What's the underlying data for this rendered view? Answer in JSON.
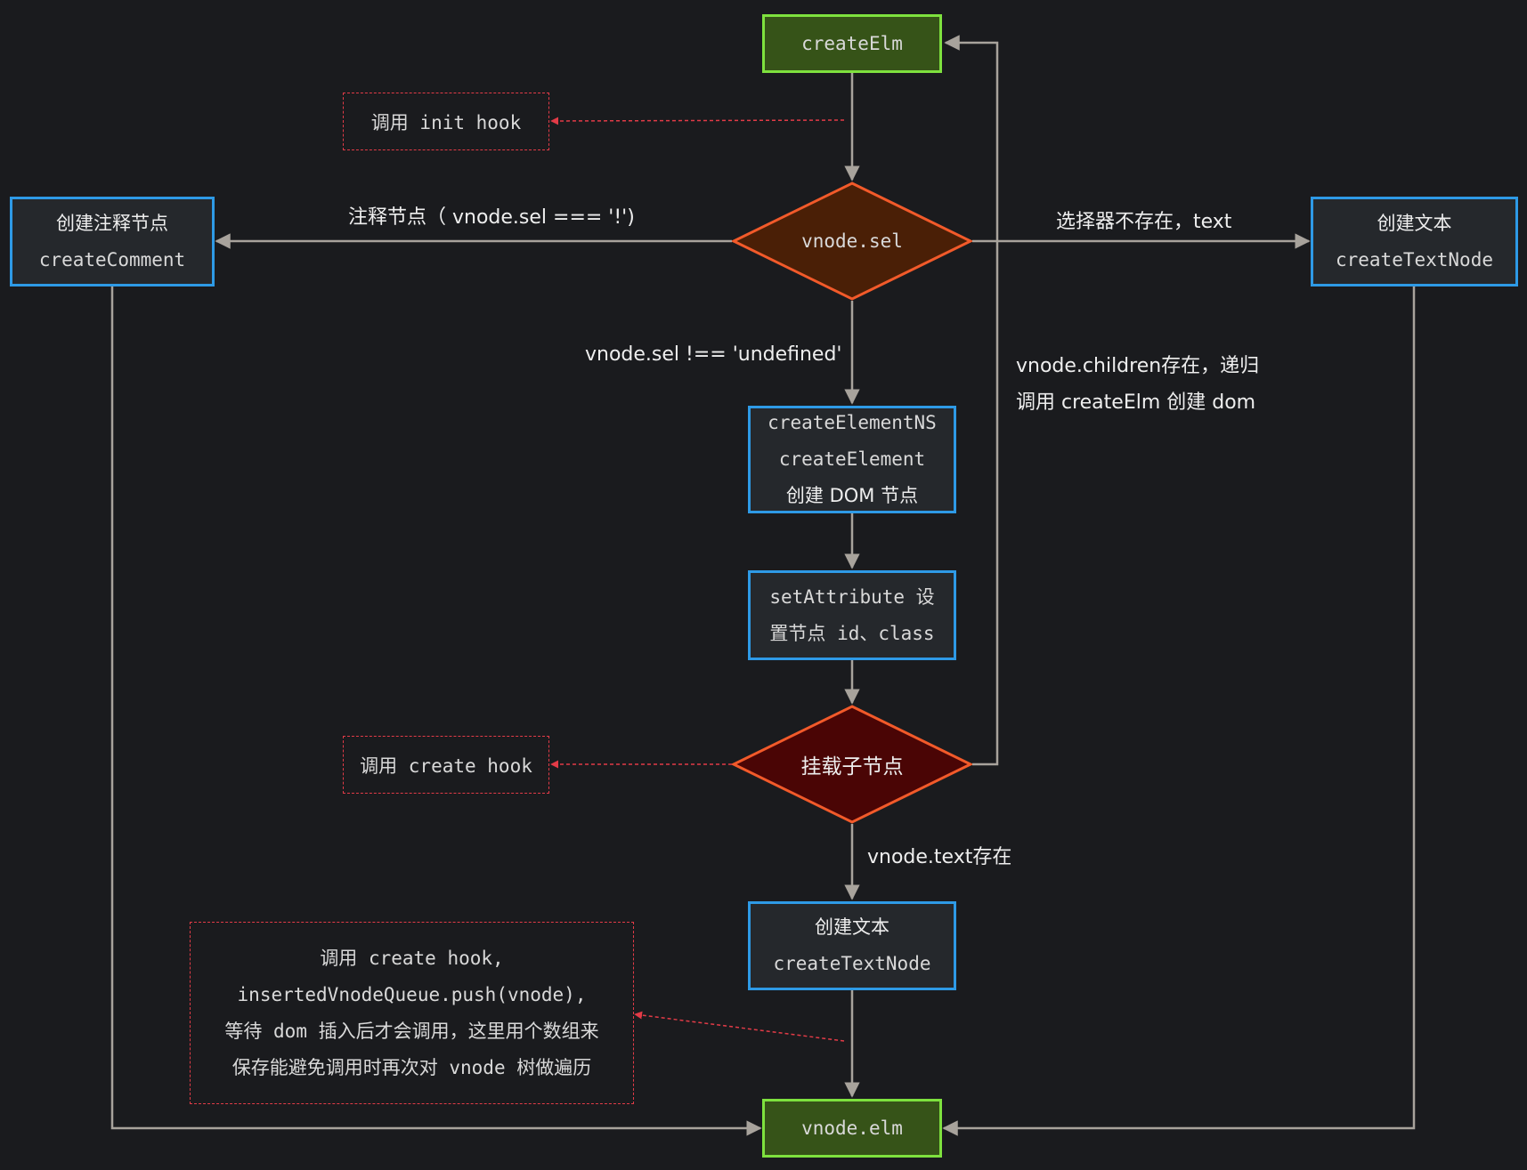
{
  "nodes": {
    "create_elm": "createElm",
    "init_hook": "调用 init hook",
    "vnode_sel": "vnode.sel",
    "create_comment": {
      "line1": "创建注释节点",
      "line2": "createComment"
    },
    "create_text_right": {
      "line1": "创建文本",
      "line2": "createTextNode"
    },
    "create_element": {
      "line1": "createElementNS",
      "line2": "createElement",
      "line3": "创建 DOM 节点"
    },
    "set_attribute": {
      "line1": "setAttribute 设",
      "line2": "置节点 id、class"
    },
    "mount_children": "挂载子节点",
    "create_hook": "调用 create hook",
    "create_text_bottom": {
      "line1": "创建文本",
      "line2": "createTextNode"
    },
    "inserted_note": {
      "line1": "调用 create hook,",
      "line2": "insertedVnodeQueue.push(vnode),",
      "line3": "等待 dom 插入后才会调用，这里用个数组来",
      "line4": "保存能避免调用时再次对 vnode 树做遍历"
    },
    "vnode_elm": "vnode.elm"
  },
  "edge_labels": {
    "comment": "注释节点（ vnode.sel === '!')",
    "no_selector": "选择器不存在，text",
    "sel_defined": "vnode.sel !== 'undefined'",
    "children_line1": "vnode.children存在，递归",
    "children_line2": "调用 createElm 创建 dom",
    "text_exists": "vnode.text存在"
  },
  "colors": {
    "background": "#1a1b1e",
    "green_border": "#7ee13e",
    "green_fill": "#365318",
    "blue_border": "#2e9ae6",
    "diamond_border": "#f25a2a",
    "diamond_fill_1": "#4a1f06",
    "diamond_fill_2": "#4a0505",
    "arrow": "#a8a39c",
    "dashed": "#e23b47"
  }
}
